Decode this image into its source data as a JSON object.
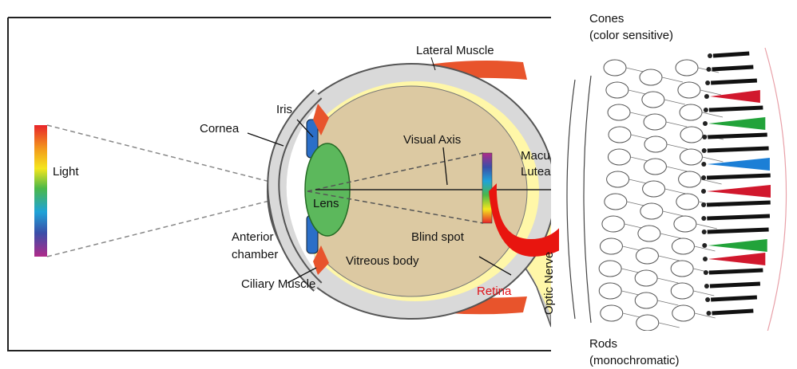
{
  "labels": {
    "light": "Light",
    "cornea": "Cornea",
    "iris": "Iris",
    "lateral_muscle": "Lateral Muscle",
    "visual_axis": "Visual Axis",
    "macula_line1": "Macu",
    "macula_line2": "Lutea",
    "lens": "Lens",
    "anterior_line1": "Anterior",
    "anterior_line2": "chamber",
    "blind_spot": "Blind spot",
    "vitreous_body": "Vitreous body",
    "ciliary_muscle": "Ciliary Muscle",
    "retina": "Retina",
    "optic_nerve": "Optic Nerve",
    "cones_line1": "Cones",
    "cones_line2": "(color sensitive)",
    "rods_line1": "Rods",
    "rods_line2": "(monochromatic)"
  },
  "colors": {
    "sclera": "#d9d9d9",
    "vitreous": "#dcc9a2",
    "lens": "#5cb85c",
    "muscle": "#e8542c",
    "retina_yellow": "#fff7a8",
    "arrow_red": "#e8150f",
    "label_red": "#e0141b",
    "cone_red": "#d1182d",
    "cone_green": "#22a33a",
    "cone_blue": "#1c7fd6"
  },
  "icons": {
    "curved_arrow": "curved-arrow-icon"
  }
}
